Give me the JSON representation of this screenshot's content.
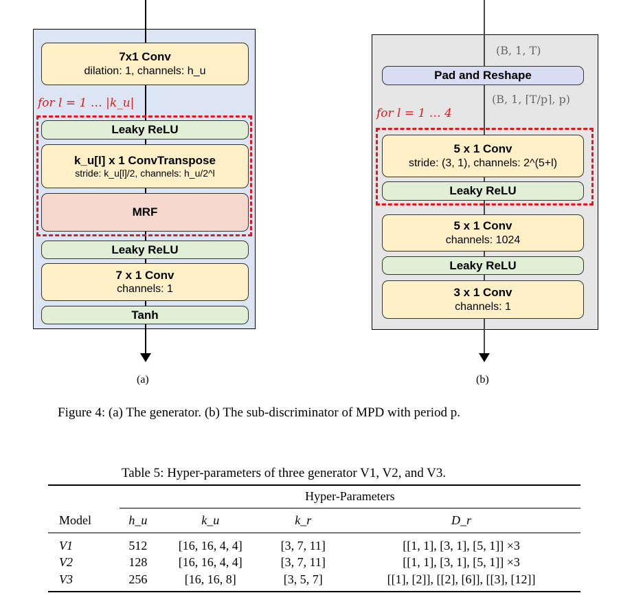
{
  "generator": {
    "loop_label": "for  l = 1 … |k_u|",
    "blocks": [
      {
        "title": "7x1 Conv",
        "detail": "dilation: 1, channels: h_u"
      },
      {
        "title": "Leaky ReLU"
      },
      {
        "title": "k_u[l] x 1  ConvTranspose",
        "detail": "stride: k_u[l]/2, channels: h_u/2^l"
      },
      {
        "title": "MRF"
      },
      {
        "title": "Leaky ReLU"
      },
      {
        "title": "7 x 1  Conv",
        "detail": "channels: 1"
      },
      {
        "title": "Tanh"
      }
    ],
    "sublabel": "(a)"
  },
  "discriminator": {
    "shape_in": "(B, 1, T)",
    "shape_mid": "(B, 1, ⌈T/p⌉, p)",
    "loop_label": "for  l = 1 … 4",
    "blocks": [
      {
        "title": "Pad and Reshape"
      },
      {
        "title": "5 x 1  Conv",
        "detail": "stride: (3, 1), channels: 2^(5+l)"
      },
      {
        "title": "Leaky ReLU"
      },
      {
        "title": "5 x 1  Conv",
        "detail": "channels: 1024"
      },
      {
        "title": "Leaky ReLU"
      },
      {
        "title": "3 x 1  Conv",
        "detail": "channels: 1"
      }
    ],
    "sublabel": "(b)"
  },
  "figure_caption": "Figure 4: (a) The generator. (b) The sub-discriminator of MPD with period p.",
  "table": {
    "caption": "Table 5: Hyper-parameters of three generator V1, V2, and V3.",
    "group_header": "Hyper-Parameters",
    "col_model": "Model",
    "columns": [
      "h_u",
      "k_u",
      "k_r",
      "D_r"
    ],
    "rows": [
      {
        "model": "V1",
        "h_u": "512",
        "k_u": "[16, 16, 4, 4]",
        "k_r": "[3, 7, 11]",
        "D_r": "[[1, 1], [3, 1], [5, 1]] ×3"
      },
      {
        "model": "V2",
        "h_u": "128",
        "k_u": "[16, 16, 4, 4]",
        "k_r": "[3, 7, 11]",
        "D_r": "[[1, 1], [3, 1], [5, 1]] ×3"
      },
      {
        "model": "V3",
        "h_u": "256",
        "k_u": "[16, 16, 8]",
        "k_r": "[3, 5, 7]",
        "D_r": "[[1], [2]], [[2], [6]], [[3], [12]]"
      }
    ]
  },
  "colors": {
    "generator_bg": "#dbe5f3",
    "discriminator_bg": "#e6e6e6",
    "loop_dash": "#e3171d"
  }
}
